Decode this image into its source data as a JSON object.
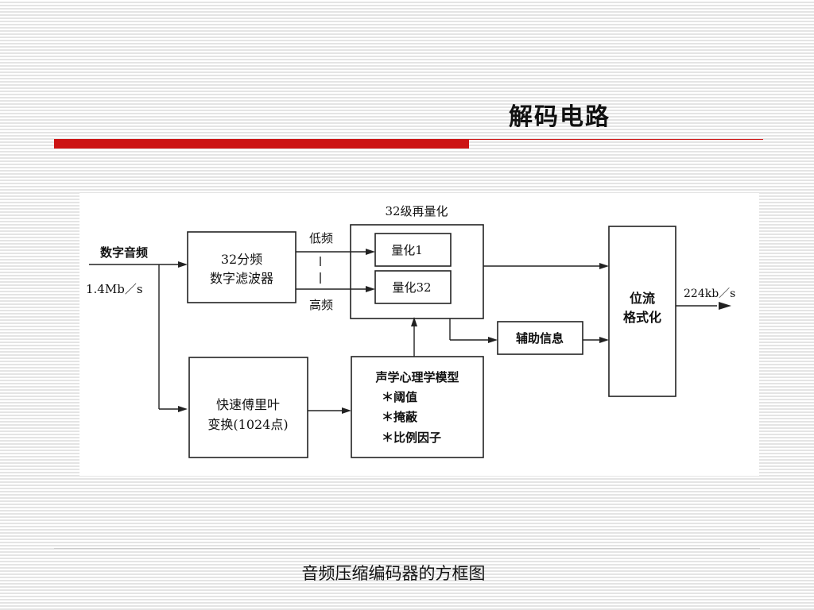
{
  "slide": {
    "title": "解码电路",
    "caption": "音频压缩编码器的方框图"
  },
  "diagram": {
    "input_label": "数字音频",
    "input_rate": "1.4Mb／s",
    "filter_block": {
      "line1": "32分频",
      "line2": "数字滤波器"
    },
    "low_band_label": "低频",
    "high_band_label": "高频",
    "requant_group_label": "32级再量化",
    "quant_block_1": "量化1",
    "quant_block_32": "量化32",
    "fft_block": {
      "line1": "快速傅里叶",
      "line2": "变换(1024点)"
    },
    "psycho_block": {
      "title": "声学心理学模型",
      "items": [
        "＊阈值",
        "＊掩蔽",
        "＊比例因子"
      ]
    },
    "aux_block": "辅助信息",
    "formatter_block": {
      "line1": "位流",
      "line2": "格式化"
    },
    "output_rate": "224kb／s"
  },
  "colors": {
    "accent_red": "#cc1414",
    "stripe_light": "#e4e4e4",
    "line_dark": "#222222"
  }
}
